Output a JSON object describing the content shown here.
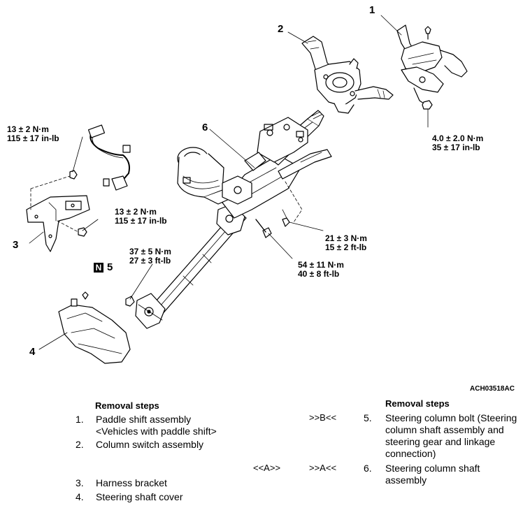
{
  "diagram": {
    "callouts": {
      "c1": "1",
      "c2": "2",
      "c3": "3",
      "c4": "4",
      "c5": "5",
      "c6": "6"
    },
    "new_part_mark": "N",
    "torques": {
      "t1": {
        "line1": "13 ± 2 N·m",
        "line2": "115 ± 17 in-lb"
      },
      "t2": {
        "line1": "13 ± 2 N·m",
        "line2": "115 ± 17 in-lb"
      },
      "t3": {
        "line1": "37 ± 5 N·m",
        "line2": "27 ± 3 ft-lb"
      },
      "t4": {
        "line1": "4.0 ± 2.0 N·m",
        "line2": "35 ± 17 in-lb"
      },
      "t5": {
        "line1": "21 ± 3 N·m",
        "line2": "15 ± 2 ft-lb"
      },
      "t6": {
        "line1": "54 ± 11 N·m",
        "line2": "40 ± 8 ft-lb"
      }
    },
    "figure_code": "ACH03518AC"
  },
  "removal_left": {
    "title": "Removal steps",
    "steps": [
      {
        "num": "1.",
        "text": "Paddle shift assembly\n<Vehicles with paddle shift>"
      },
      {
        "num": "2.",
        "text": "Column switch assembly"
      },
      {
        "num": "3.",
        "text": "Harness bracket"
      },
      {
        "num": "4.",
        "text": "Steering shaft cover"
      }
    ]
  },
  "removal_right": {
    "title": "Removal steps",
    "steps": [
      {
        "mark_left": "",
        "mark_right": ">>B<<",
        "num": "5.",
        "text": "Steering column bolt (Steering\ncolumn shaft assembly and\nsteering gear and linkage\nconnection)"
      },
      {
        "mark_left": "<<A>>",
        "mark_right": ">>A<<",
        "num": "6.",
        "text": "Steering column shaft\nassembly"
      }
    ]
  }
}
